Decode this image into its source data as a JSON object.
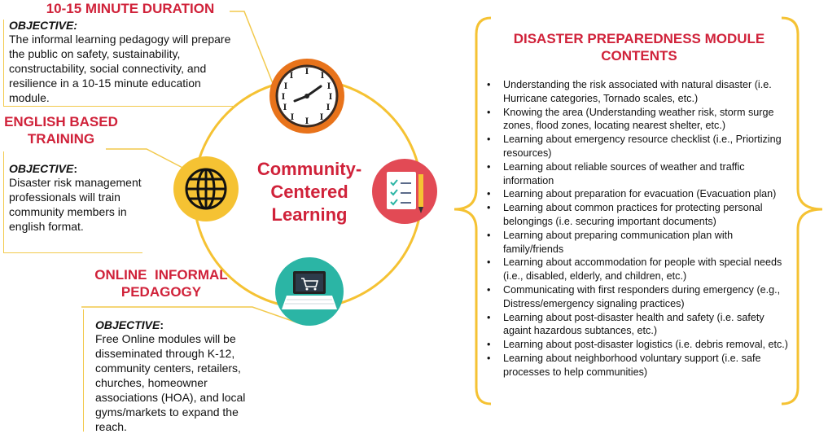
{
  "left_sections": [
    {
      "title": "10-15 MINUTE DURATION",
      "objective_label": "OBJECTIVE:",
      "text": "The informal learning pedagogy will prepare the public on safety, sustainability, constructability, social connectivity, and resilience in a 10-15 minute education module."
    },
    {
      "title_line1": "ENGLISH BASED",
      "title_line2": "TRAINING",
      "objective_label": "OBJECTIVE",
      "objective_colon": ":",
      "text": "Disaster risk management professionals will train community members  in english format."
    },
    {
      "title_line1": "ONLINE  INFORMAL",
      "title_line2": "PEDAGOGY",
      "objective_label": "OBJECTIVE",
      "objective_colon": ":",
      "text": "Free Online modules will be disseminated through K-12, community centers, retailers, churches, homeowner associations (HOA), and local gyms/markets to expand the reach."
    }
  ],
  "center": {
    "line1": "Community-",
    "line2": "Centered",
    "line3": "Learning"
  },
  "module": {
    "title_line1": "DISASTER PREPAREDNESS MODULE",
    "title_line2": "CONTENTS",
    "items": [
      "Understanding the risk associated with natural disaster (i.e. Hurricane categories, Tornado scales, etc.)",
      "Knowing the area (Understanding weather risk, storm surge zones, flood zones, locating nearest shelter, etc.)",
      "Learning about emergency resource checklist (i.e., Priortizing resources)",
      "Learning about reliable sources of weather and traffic information",
      "Learning about preparation for evacuation (Evacuation plan)",
      "Learning about common practices for protecting personal belongings (i.e. securing important documents)",
      "Learning about preparing communication plan with family/friends",
      "Learning about accommodation for people with special needs (i.e., disabled, elderly, and children, etc.)",
      "Communicating with first responders during emergency (e.g., Distress/emergency signaling practices)",
      "Learning about post-disaster health and safety (i.e. safety againt hazardous subtances, etc.)",
      "Learning about post-disaster logistics (i.e. debris removal, etc.)",
      "Learning about neighborhood voluntary support (i.e. safe processes to help communities)"
    ]
  },
  "icons": {
    "clock": "clock-icon",
    "globe": "globe-icon",
    "checklist": "checklist-icon",
    "laptop": "laptop-cart-icon"
  },
  "colors": {
    "accent_red": "#d0223a",
    "ring_yellow": "#f5c233",
    "clock_orange": "#e8731b",
    "checklist_red": "#e24a55",
    "laptop_teal": "#2bb5a5"
  }
}
